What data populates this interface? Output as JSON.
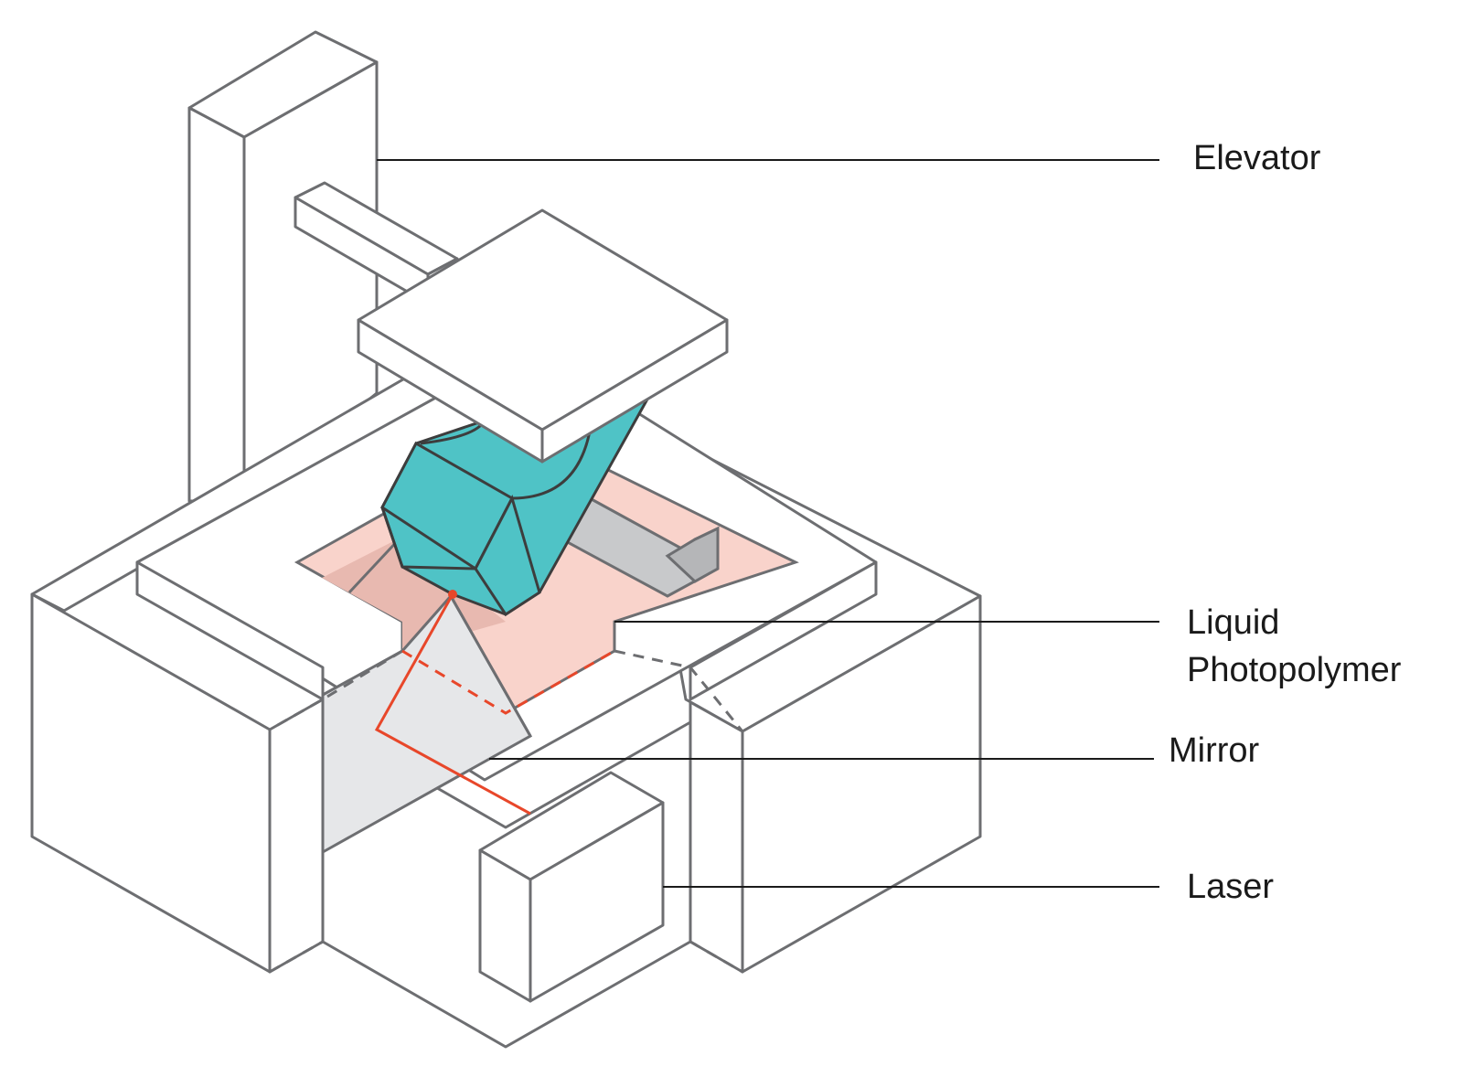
{
  "labels": {
    "elevator": "Elevator",
    "liquid_photopolymer_line1": "Liquid",
    "liquid_photopolymer_line2": "Photopolymer",
    "mirror": "Mirror",
    "laser": "Laser"
  },
  "colors": {
    "outline": "#6d6e71",
    "part": "#4fc3c6",
    "resin": "#f9d3cb",
    "resin_shadow": "#e8b9b0",
    "mirror_fill": "#e6e7e9",
    "laser_beam": "#e8472a",
    "support": "#c8c9cb",
    "leader": "#1a1a1a"
  }
}
